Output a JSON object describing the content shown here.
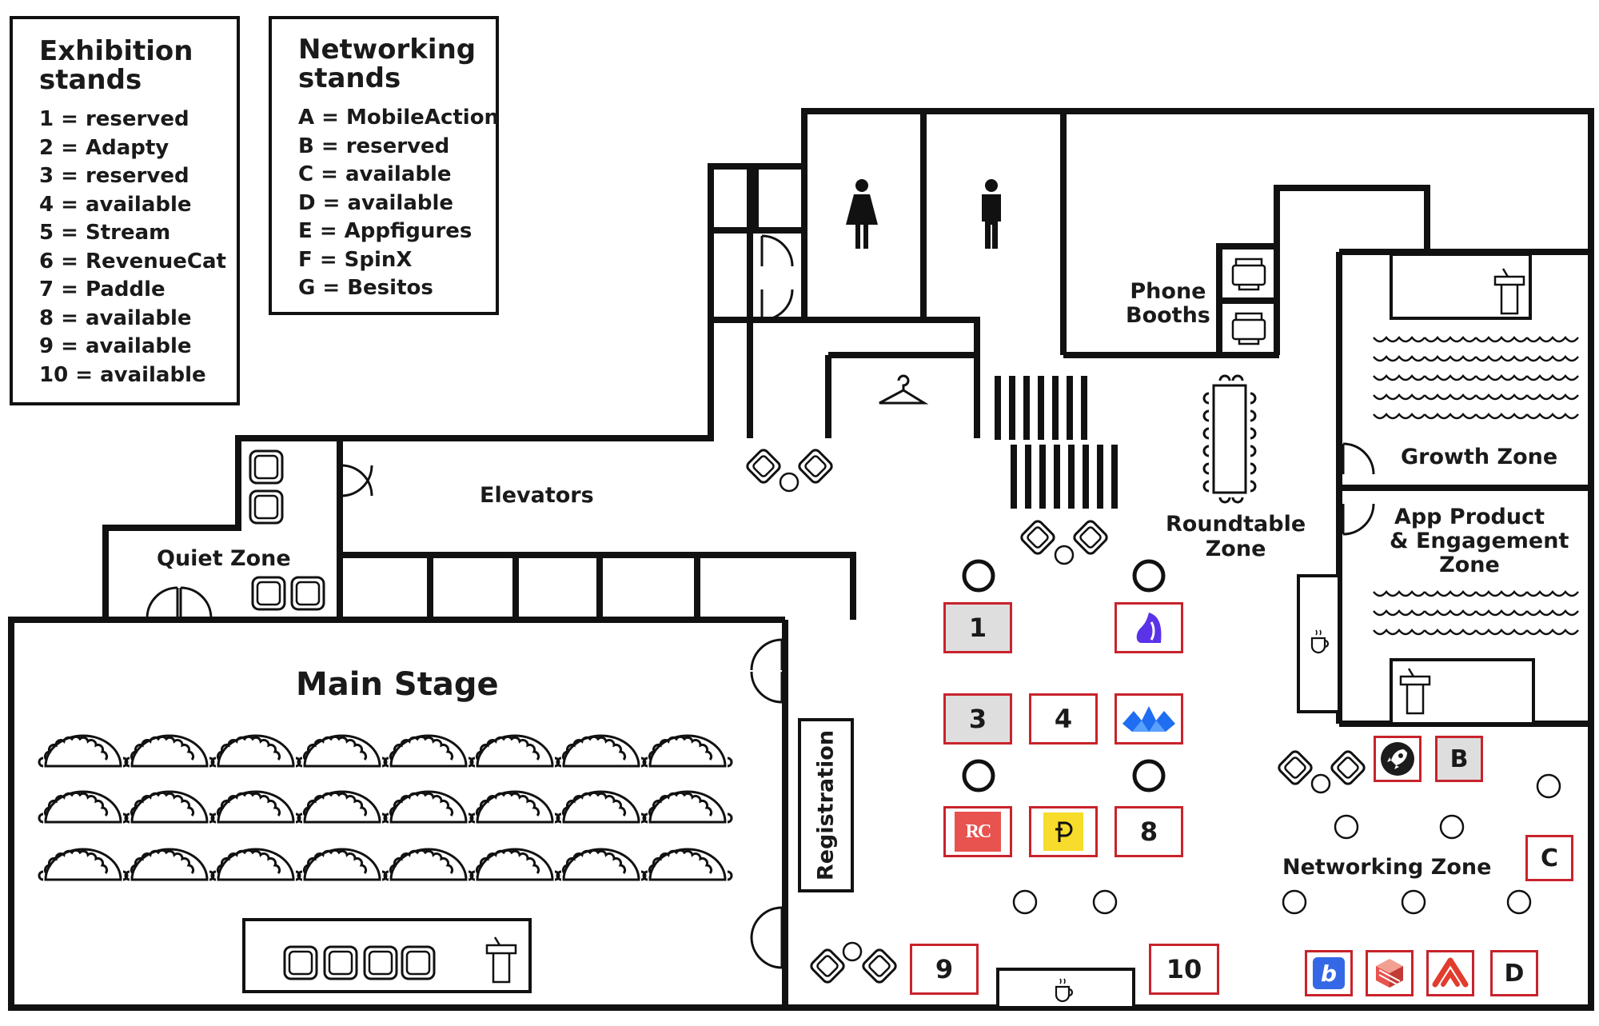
{
  "legend_exhibition": {
    "title_line1": "Exhibition",
    "title_line2": "stands",
    "items": [
      "1 = reserved",
      "2 = Adapty",
      "3 = reserved",
      "4 = available",
      "5 = Stream",
      "6 = RevenueCat",
      "7 = Paddle",
      "8 = available",
      "9 = available",
      "10 = available"
    ]
  },
  "legend_networking": {
    "title_line1": "Networking",
    "title_line2": "stands",
    "items": [
      "A = MobileAction",
      "B = reserved",
      "C = available",
      "D = available",
      "E = Appfigures",
      "F = SpinX",
      "G = Besitos"
    ]
  },
  "zones": {
    "main_stage": "Main Stage",
    "quiet_zone": "Quiet Zone",
    "elevators": "Elevators",
    "phone_booths_line1": "Phone",
    "phone_booths_line2": "Booths",
    "roundtable_line1": "Roundtable",
    "roundtable_line2": "Zone",
    "growth_zone": "Growth Zone",
    "app_product_line1": "App Product",
    "app_product_line2": "& Engagement",
    "app_product_line3": "Zone",
    "networking_zone": "Networking Zone",
    "registration": "Registration"
  },
  "stands": {
    "s1": "1",
    "s3": "3",
    "s4": "4",
    "s8": "8",
    "s9": "9",
    "s10": "10",
    "sB": "B",
    "sC": "C",
    "sD": "D",
    "logo_rc": "RC",
    "logo_besitos": "b"
  },
  "colors": {
    "stand_border": "#c8232c",
    "reserved_fill": "#dedede",
    "adapty": "#5a33e8",
    "stream": "#1f6df0",
    "revenuecat": "#e8534f",
    "paddle": "#f7dc2b",
    "besitos": "#3568e6",
    "spinx": "#e8534f",
    "appfigures": "#e23c2e"
  },
  "icons": [
    "woman-restroom-icon",
    "man-restroom-icon",
    "coat-hanger-icon",
    "coffee-cup-icon",
    "lectern-icon",
    "phone-booth-icon",
    "lounge-chair-icon",
    "rocket-icon"
  ]
}
